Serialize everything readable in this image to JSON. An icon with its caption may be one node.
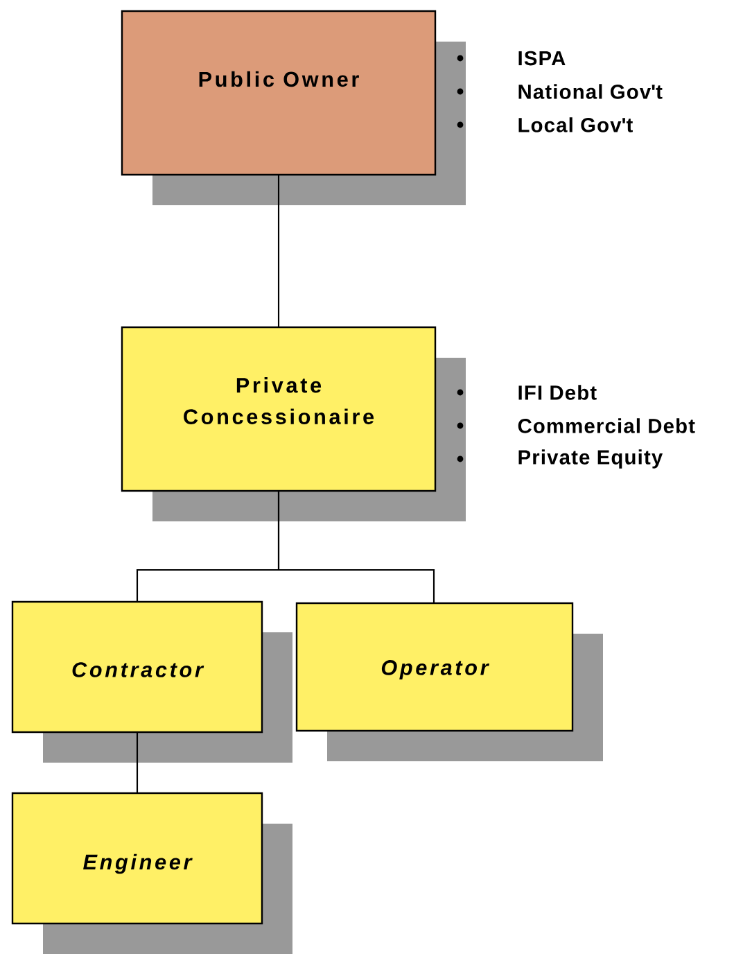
{
  "diagram": {
    "nodes": [
      {
        "text": [
          "Public Owner"
        ]
      },
      {
        "text": [
          "Private Concessionaire"
        ]
      },
      {
        "text": [
          "Contractor"
        ]
      },
      {
        "text": [
          "Operator"
        ]
      },
      {
        "text": [
          "Engineer"
        ]
      }
    ],
    "edges": [
      {
        "from": 0,
        "to": 1,
        "arrow": "none"
      },
      {
        "from": 1,
        "to": 2,
        "arrow": "none"
      },
      {
        "from": 1,
        "to": 3,
        "arrow": "none"
      },
      {
        "from": 2,
        "to": 4,
        "arrow": "none"
      }
    ],
    "labels": [
      "ISPA",
      "National Gov't",
      "Local Gov't",
      "IFI Debt",
      "Commercial Debt",
      "Private Equity"
    ]
  }
}
